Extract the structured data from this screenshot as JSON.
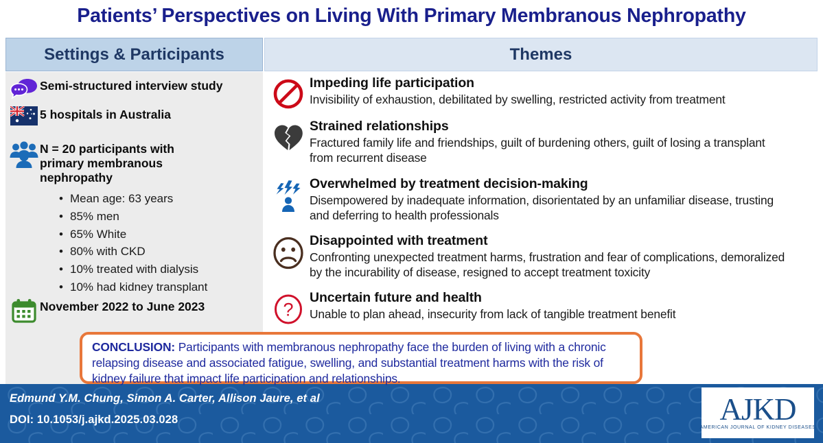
{
  "title": "Patients’ Perspectives on Living With Primary Membranous Nephropathy",
  "headers": {
    "left": "Settings & Participants",
    "right": "Themes"
  },
  "settings": {
    "design": "Semi-structured interview study",
    "setting": "5 hospitals in Australia",
    "participants": "N = 20 participants with primary membranous nephropathy",
    "characteristics": [
      "Mean age: 63 years",
      "85% men",
      "65% White",
      "80% with CKD",
      "10% treated with dialysis",
      "10% had kidney transplant"
    ],
    "period": "November 2022 to June 2023",
    "icons": {
      "design": "speech-bubbles-icon",
      "setting": "australia-flag-icon",
      "participants": "people-group-icon",
      "period": "calendar-icon"
    }
  },
  "themes": [
    {
      "icon": "no-entry-icon",
      "heading": "Impeding life participation",
      "description": "Invisibility of exhaustion, debilitated by swelling, restricted activity from treatment"
    },
    {
      "icon": "broken-heart-icon",
      "heading": "Strained relationships",
      "description": "Fractured family life and friendships, guilt of burdening others, guilt of losing a transplant from recurrent disease"
    },
    {
      "icon": "person-lightning-icon",
      "heading": "Overwhelmed by treatment decision-making",
      "description": "Disempowered by inadequate information, disorientated by an unfamiliar disease, trusting and deferring to health professionals"
    },
    {
      "icon": "sad-face-icon",
      "heading": "Disappointed with treatment",
      "description": "Confronting unexpected treatment harms, frustration and fear of complications, demoralized by the incurability of disease, resigned to accept treatment toxicity"
    },
    {
      "icon": "question-mark-icon",
      "heading": "Uncertain future and health",
      "description": "Unable to plan ahead, insecurity from lack of tangible treatment benefit"
    }
  ],
  "conclusion": {
    "label": "CONCLUSION:",
    "text": " Participants with membranous nephropathy face the burden of living with a chronic relapsing disease and associated fatigue, swelling, and substantial treatment harms with the risk of kidney failure that impact life participation and relationships."
  },
  "footer": {
    "authors": "Edmund Y.M. Chung, Simon A. Carter, Allison Jaure, et al",
    "doi": "DOI: 10.1053/j.ajkd.2025.03.028"
  },
  "logo": {
    "mark": "AJKD",
    "subtitle": "AMERICAN  JOURNAL  OF  KIDNEY  DISEASES"
  },
  "colors": {
    "title": "#191f8c",
    "header_left_bg": "#bdd3e8",
    "header_right_bg": "#dce6f2",
    "panel_bg": "#ececec",
    "footer_bg": "#1b5a9e",
    "conclusion_border": "#e8773a",
    "conclusion_text": "#1f2a9e"
  }
}
